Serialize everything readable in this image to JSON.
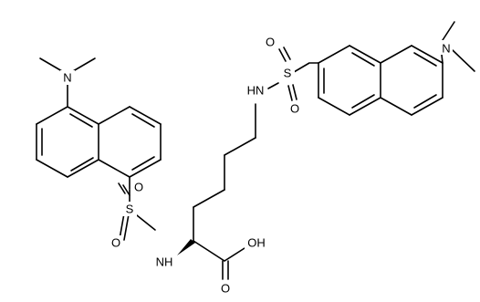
{
  "molecule": {
    "atoms": {
      "n_dimethyl_left": "N",
      "o_s1_top": "O",
      "s1": "S",
      "o_s1_bottom": "O",
      "nh_alpha": "NH",
      "oh": "OH",
      "o_carbonyl": "O",
      "nh_epsilon": "HN",
      "o_s2_top": "O",
      "s2": "S",
      "o_s2_bottom": "O",
      "n_dimethyl_right": "N"
    }
  }
}
